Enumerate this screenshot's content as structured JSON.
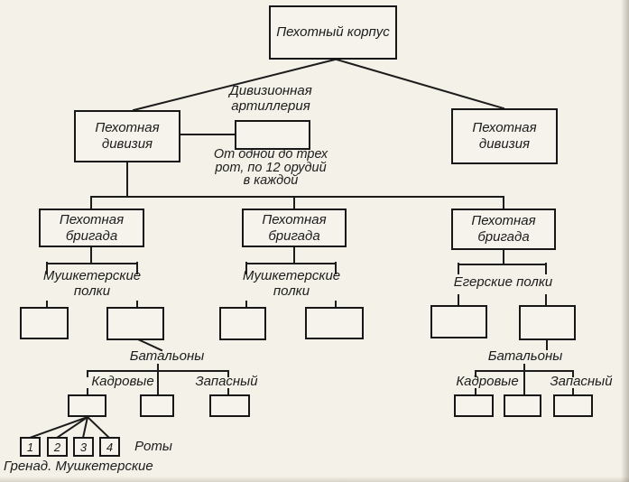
{
  "palette": {
    "background": "#f4f1e8",
    "line": "#1c1c1c",
    "box_fill": "#f6f3ec"
  },
  "corps": {
    "label": "Пехотный корпус"
  },
  "divisions": [
    {
      "label": "Пехотная дивизия"
    },
    {
      "label": "Пехотная дивизия"
    }
  ],
  "artillery": {
    "title_lines": [
      "Дивизионная",
      "артиллерия"
    ],
    "note_lines": [
      "От одной до трех",
      "рот, по 12 орудий",
      "в каждой"
    ]
  },
  "brigades": [
    {
      "label": "Пехотная бригада"
    },
    {
      "label": "Пехотная бригада"
    },
    {
      "label": "Пехотная бригада"
    }
  ],
  "regiments": [
    {
      "lines": [
        "Мушкетерские",
        "полки"
      ]
    },
    {
      "lines": [
        "Мушкетерские",
        "полки"
      ]
    },
    {
      "label": "Егерские полки"
    }
  ],
  "battalions": {
    "left": {
      "title": "Батальоны",
      "cadre": "Кадровые",
      "reserve": "Запасный"
    },
    "right": {
      "title": "Батальоны",
      "cadre": "Кадровые",
      "reserve": "Запасный"
    }
  },
  "companies": {
    "numbers": [
      "1",
      "2",
      "3",
      "4"
    ],
    "label": "Роты",
    "caption": "Гренад. Мушкетерские"
  }
}
